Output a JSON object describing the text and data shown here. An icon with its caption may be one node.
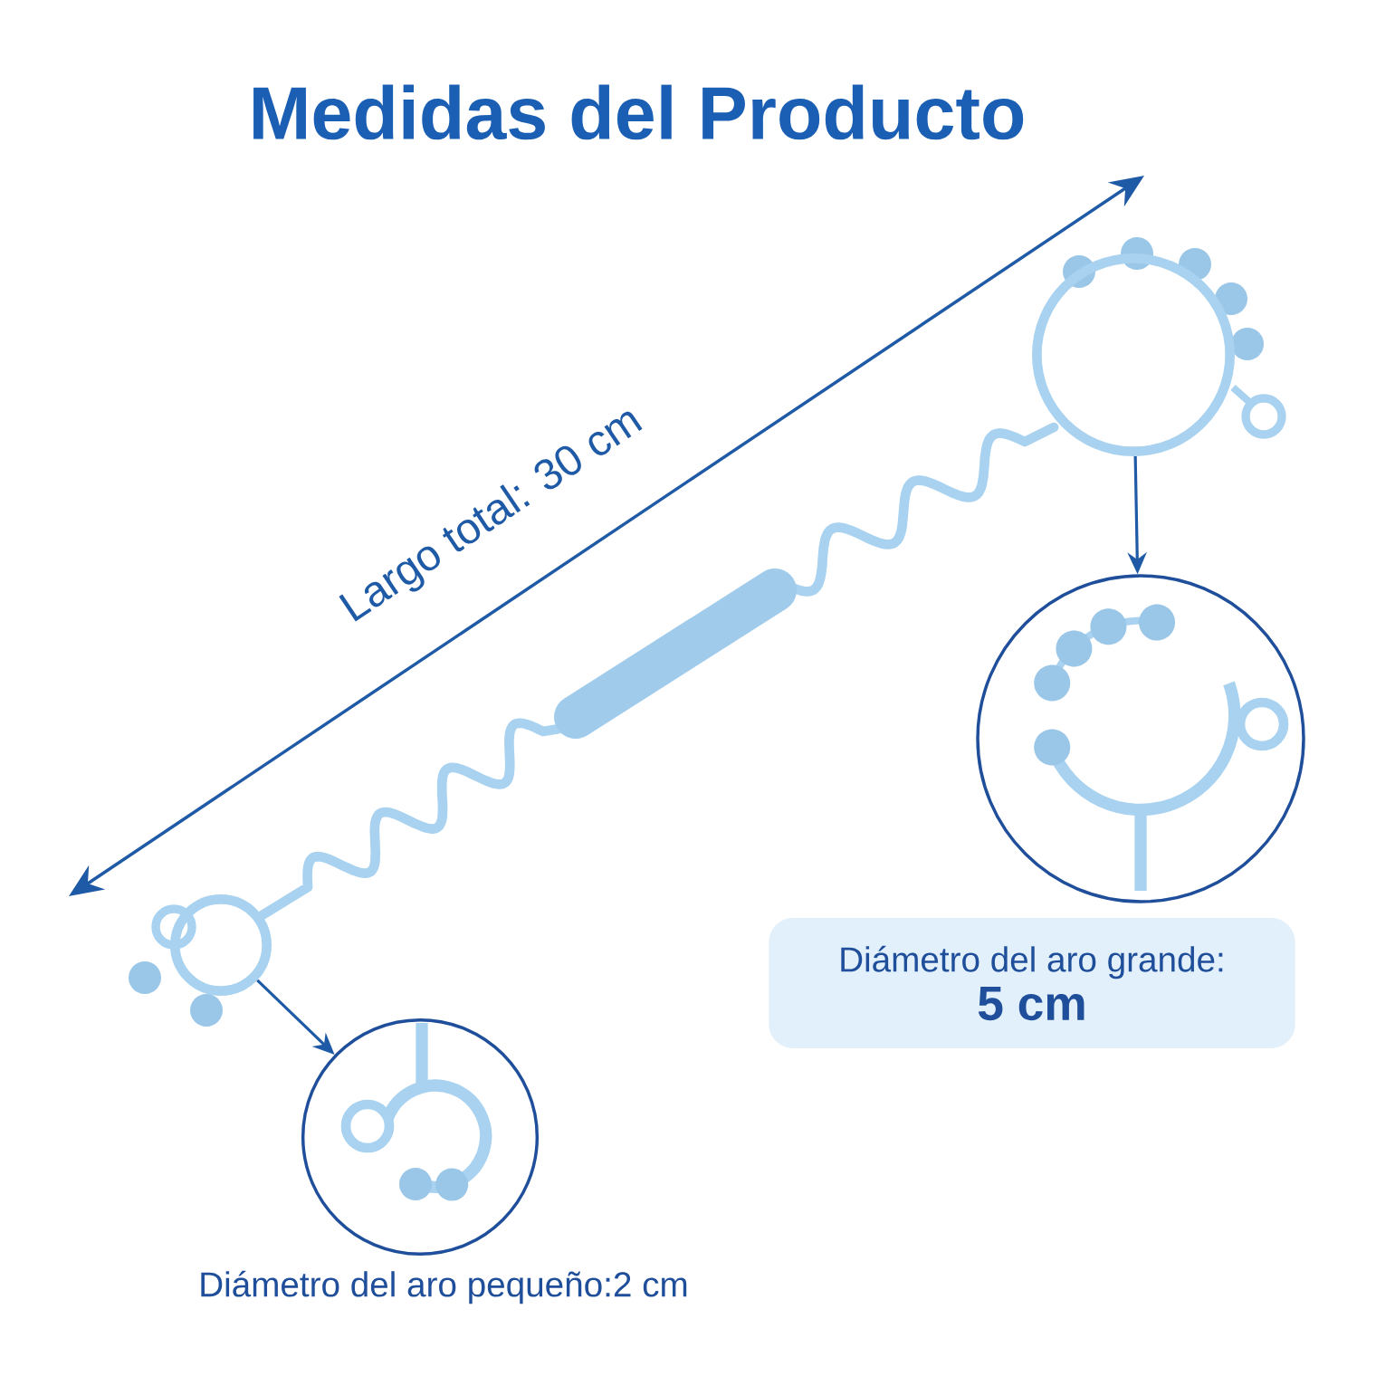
{
  "diagram": {
    "title": "Medidas del Producto",
    "nodes": [
      {
        "text": [],
        "shape": "circle"
      },
      {
        "text": [],
        "shape": "picture"
      },
      {
        "text": [],
        "shape": "circle"
      },
      {
        "text": [],
        "shape": "picture",
        "beside": [
          "Diámetro del aro pequeño:2 cm"
        ]
      },
      {
        "text": [
          "Diámetro del aro grande:",
          "5 cm"
        ]
      }
    ],
    "edges": [
      {
        "from": 0,
        "to": 1,
        "arrow": "to"
      },
      {
        "from": 2,
        "to": 3,
        "arrow": "to"
      }
    ],
    "labels": [
      "Largo total: 30 cm"
    ]
  }
}
